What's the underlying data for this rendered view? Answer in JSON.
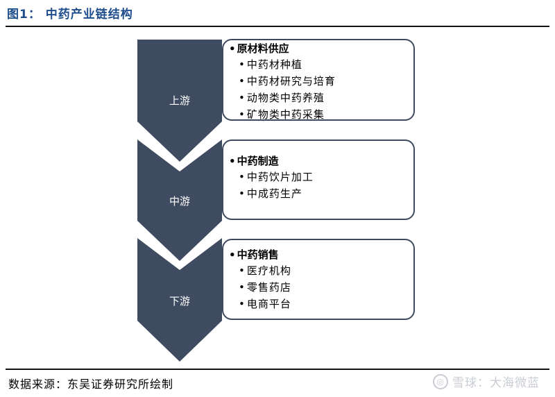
{
  "title": "图1：  中药产业链结构",
  "colors": {
    "chevron": "#3f4b60",
    "box_border": "#3d4a5e",
    "title": "#1e4d8c"
  },
  "stages": [
    {
      "label": "上游",
      "heading": "原材料供应",
      "items": [
        "中药材种植",
        "中药材研究与培育",
        "动物类中药养殖",
        "矿物类中药采集"
      ]
    },
    {
      "label": "中游",
      "heading": "中药制造",
      "items": [
        "中药饮片加工",
        "中成药生产"
      ]
    },
    {
      "label": "下游",
      "heading": "中药销售",
      "items": [
        "医疗机构",
        "零售药店",
        "电商平台"
      ]
    }
  ],
  "source": "数据来源：东吴证券研究所绘制",
  "watermark": "雪球：大海微蓝",
  "bullet": "•"
}
